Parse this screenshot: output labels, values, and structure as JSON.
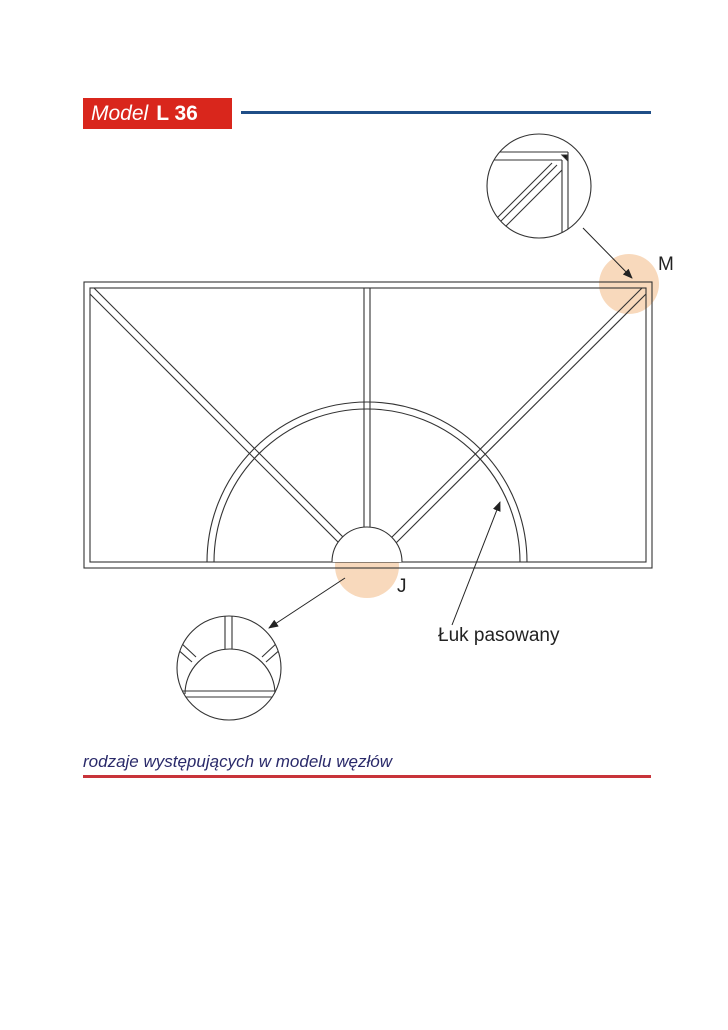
{
  "header": {
    "model_word": "Model",
    "model_code": "L 36"
  },
  "labels": {
    "node_m": "M",
    "node_j": "J",
    "arc_label": "Łuk pasowany"
  },
  "caption": "rodzaje występujących w modelu węzłów",
  "colors": {
    "title_red": "#d9261c",
    "rule_blue": "#1f4e87",
    "highlight": "#f8d9bc",
    "caption_rule": "#c8343a"
  }
}
